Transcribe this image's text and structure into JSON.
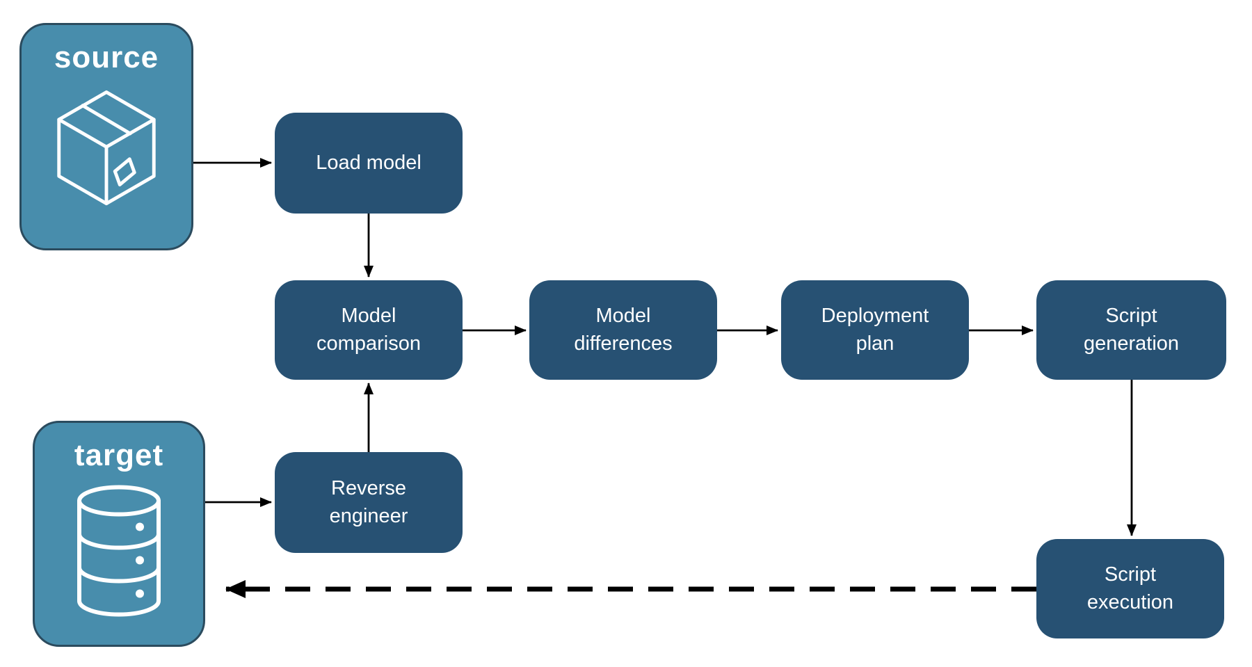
{
  "diagram": {
    "background_color": "#ffffff",
    "colors": {
      "process_fill": "#275173",
      "endpoint_fill": "#488dac",
      "endpoint_border": "#2b4b5e",
      "label_text": "#ffffff",
      "arrow": "#000000"
    },
    "endpoints": {
      "source": {
        "label": "source",
        "icon": "package-icon"
      },
      "target": {
        "label": "target",
        "icon": "database-icon"
      }
    },
    "processes": {
      "load_model": {
        "label": "Load model"
      },
      "model_comparison": {
        "label": "Model comparison"
      },
      "model_differences": {
        "label": "Model differences"
      },
      "deployment_plan": {
        "label": "Deployment plan"
      },
      "script_generation": {
        "label": "Script generation"
      },
      "reverse_engineer": {
        "label": "Reverse engineer"
      },
      "script_execution": {
        "label": "Script execution"
      }
    },
    "flows": [
      {
        "from": "source",
        "to": "load_model",
        "style": "solid"
      },
      {
        "from": "load_model",
        "to": "model_comparison",
        "style": "solid"
      },
      {
        "from": "target",
        "to": "reverse_engineer",
        "style": "solid"
      },
      {
        "from": "reverse_engineer",
        "to": "model_comparison",
        "style": "solid"
      },
      {
        "from": "model_comparison",
        "to": "model_differences",
        "style": "solid"
      },
      {
        "from": "model_differences",
        "to": "deployment_plan",
        "style": "solid"
      },
      {
        "from": "deployment_plan",
        "to": "script_generation",
        "style": "solid"
      },
      {
        "from": "script_generation",
        "to": "script_execution",
        "style": "solid"
      },
      {
        "from": "script_execution",
        "to": "target",
        "style": "dashed"
      }
    ]
  }
}
